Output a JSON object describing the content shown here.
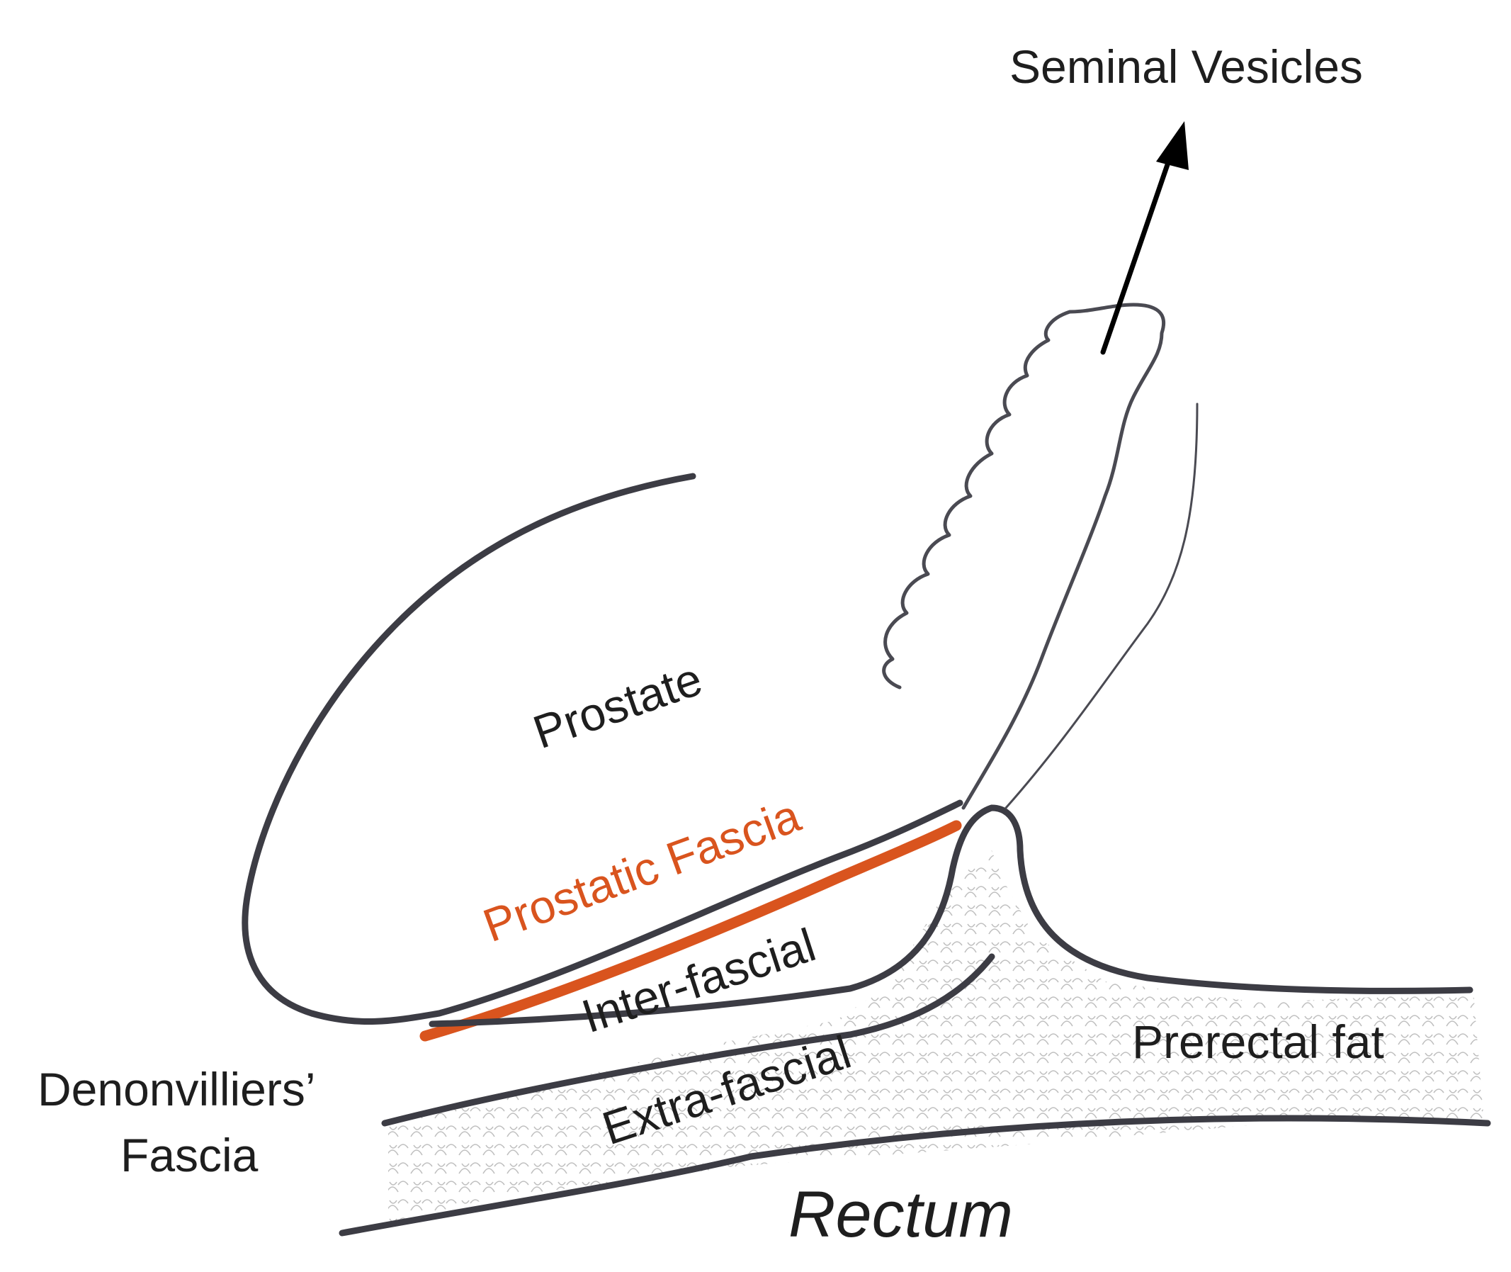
{
  "labels": {
    "seminal_vesicles": "Seminal Vesicles",
    "prostate": "Prostate",
    "prostatic_fascia": "Prostatic Fascia",
    "inter_fascial": "Inter-fascial",
    "extra_fascial": "Extra-fascial",
    "prerectal_fat": "Prerectal fat",
    "denonvilliers_line1": "Denonvilliers’",
    "denonvilliers_line2": "Fascia",
    "rectum": "Rectum"
  },
  "colors": {
    "outline": "#3c3c44",
    "prostatic_fascia": "#d9541e",
    "fat_texture": "#b4b4b4",
    "text": "#1e1e1e"
  }
}
